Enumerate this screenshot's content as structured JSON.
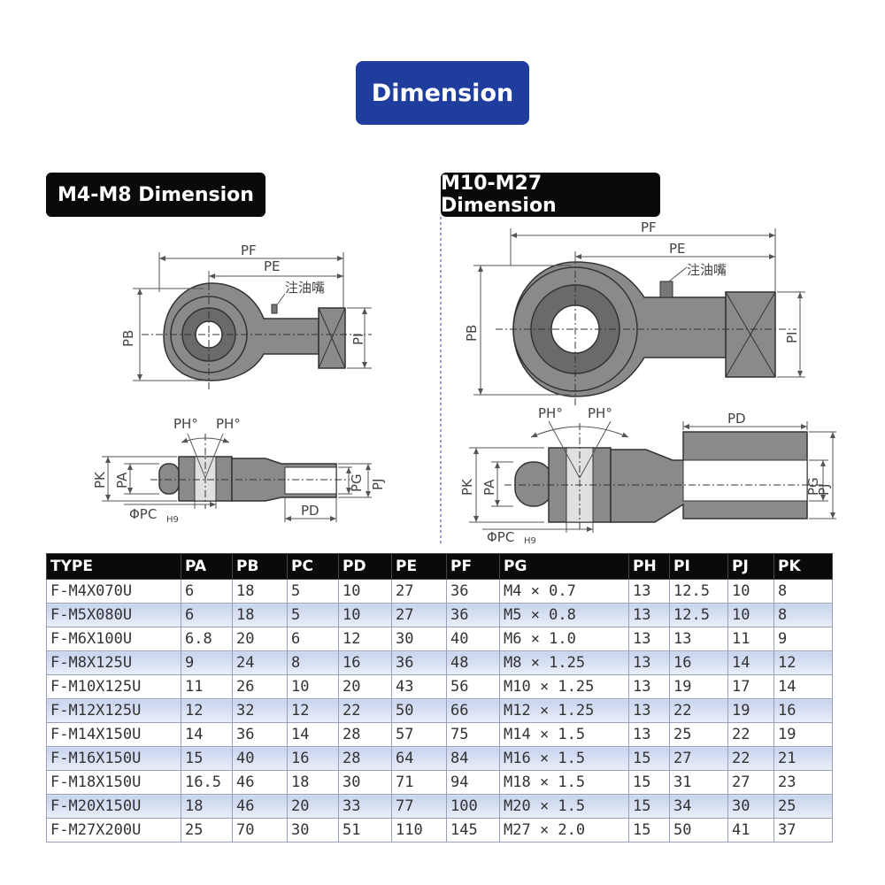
{
  "header": {
    "title": "Dimension"
  },
  "left_panel": {
    "title": "M4-M8 Dimension"
  },
  "right_panel": {
    "title": "M10-M27 Dimension"
  },
  "drawing_labels": {
    "pf": "PF",
    "pe": "PE",
    "pb": "PB",
    "pi": "PI",
    "grease": "注油嘴",
    "ph": "PH°",
    "pk": "PK",
    "pa": "PA",
    "pg": "PG",
    "pj": "PJ",
    "pd": "PD",
    "pc": "ΦPC",
    "h9": "H9"
  },
  "table": {
    "columns": [
      "TYPE",
      "PA",
      "PB",
      "PC",
      "PD",
      "PE",
      "PF",
      "PG",
      "PH",
      "PI",
      "PJ",
      "PK"
    ],
    "rows": [
      [
        "F-M4X070U",
        "6",
        "18",
        "5",
        "10",
        "27",
        "36",
        "M4 × 0.7",
        "13",
        "12.5",
        "10",
        "8"
      ],
      [
        "F-M5X080U",
        "6",
        "18",
        "5",
        "10",
        "27",
        "36",
        "M5 × 0.8",
        "13",
        "12.5",
        "10",
        "8"
      ],
      [
        "F-M6X100U",
        "6.8",
        "20",
        "6",
        "12",
        "30",
        "40",
        "M6 × 1.0",
        "13",
        "13",
        "11",
        "9"
      ],
      [
        "F-M8X125U",
        "9",
        "24",
        "8",
        "16",
        "36",
        "48",
        "M8 × 1.25",
        "13",
        "16",
        "14",
        "12"
      ],
      [
        "F-M10X125U",
        "11",
        "26",
        "10",
        "20",
        "43",
        "56",
        "M10 × 1.25",
        "13",
        "19",
        "17",
        "14"
      ],
      [
        "F-M12X125U",
        "12",
        "32",
        "12",
        "22",
        "50",
        "66",
        "M12 × 1.25",
        "13",
        "22",
        "19",
        "16"
      ],
      [
        "F-M14X150U",
        "14",
        "36",
        "14",
        "28",
        "57",
        "75",
        "M14 × 1.5",
        "13",
        "25",
        "22",
        "19"
      ],
      [
        "F-M16X150U",
        "15",
        "40",
        "16",
        "28",
        "64",
        "84",
        "M16 × 1.5",
        "15",
        "27",
        "22",
        "21"
      ],
      [
        "F-M18X150U",
        "16.5",
        "46",
        "18",
        "30",
        "71",
        "94",
        "M18 × 1.5",
        "15",
        "31",
        "27",
        "23"
      ],
      [
        "F-M20X150U",
        "18",
        "46",
        "20",
        "33",
        "77",
        "100",
        "M20 × 1.5",
        "15",
        "34",
        "30",
        "25"
      ],
      [
        "F-M27X200U",
        "25",
        "70",
        "30",
        "51",
        "110",
        "145",
        "M27 × 2.0",
        "15",
        "50",
        "41",
        "37"
      ]
    ]
  }
}
